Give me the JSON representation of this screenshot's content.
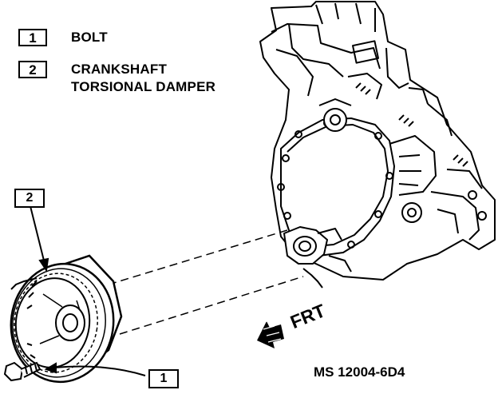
{
  "legend": [
    {
      "num": "1",
      "label": "BOLT"
    },
    {
      "num": "2",
      "label": "CRANKSHAFT\nTORSIONAL DAMPER"
    }
  ],
  "callouts": {
    "damper": "2",
    "bolt": "1"
  },
  "direction_label": "FRT",
  "drawing_code": "MS 12004-6D4",
  "colors": {
    "ink": "#000000",
    "paper": "#ffffff"
  }
}
